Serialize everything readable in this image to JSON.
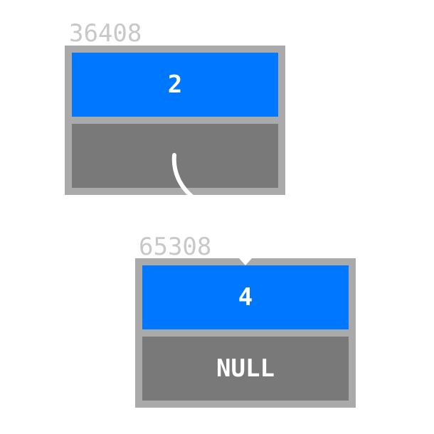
{
  "nodes": [
    {
      "address": "36408",
      "value": "2",
      "next": ""
    },
    {
      "address": "65308",
      "value": "4",
      "next": "NULL"
    }
  ],
  "colors": {
    "data_cell": "#0077ff",
    "next_cell": "#797979",
    "node_border": "#aaaaaa",
    "address_text": "#c8c8c8",
    "pointer": "#ffffff"
  }
}
